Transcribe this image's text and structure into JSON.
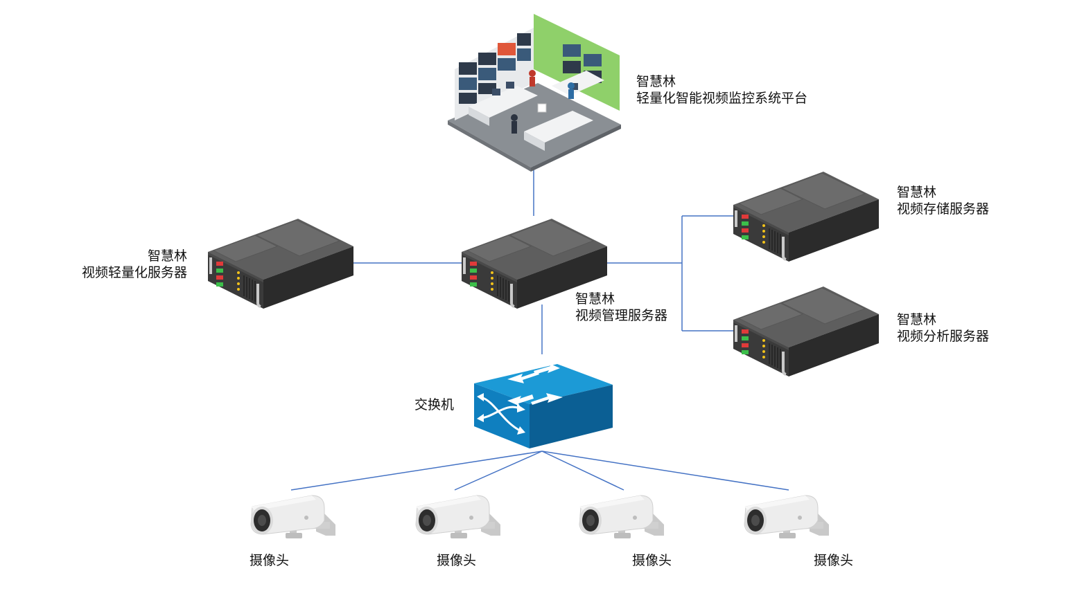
{
  "colors": {
    "link": "#4472c4",
    "server_top": "#5e5e5e",
    "server_front": "#3a3a3a",
    "switch_top": "#1c9ad6",
    "switch_front": "#0f7fbf",
    "monitor_wall": "#8fd06a"
  },
  "nodes": {
    "platform": {
      "line1": "智慧林",
      "line2": "轻量化智能视频监控系统平台",
      "icon": "control-room-icon"
    },
    "lightweight_server": {
      "line1": "智慧林",
      "line2": "视频轻量化服务器",
      "icon": "server-icon"
    },
    "management_server": {
      "line1": "智慧林",
      "line2": "视频管理服务器",
      "icon": "server-icon"
    },
    "storage_server": {
      "line1": "智慧林",
      "line2": "视频存储服务器",
      "icon": "server-icon"
    },
    "analysis_server": {
      "line1": "智慧林",
      "line2": "视频分析服务器",
      "icon": "server-icon"
    },
    "switch": {
      "label": "交换机",
      "icon": "network-switch-icon"
    },
    "cameras": [
      {
        "label": "摄像头",
        "icon": "camera-icon"
      },
      {
        "label": "摄像头",
        "icon": "camera-icon"
      },
      {
        "label": "摄像头",
        "icon": "camera-icon"
      },
      {
        "label": "摄像头",
        "icon": "camera-icon"
      }
    ]
  }
}
